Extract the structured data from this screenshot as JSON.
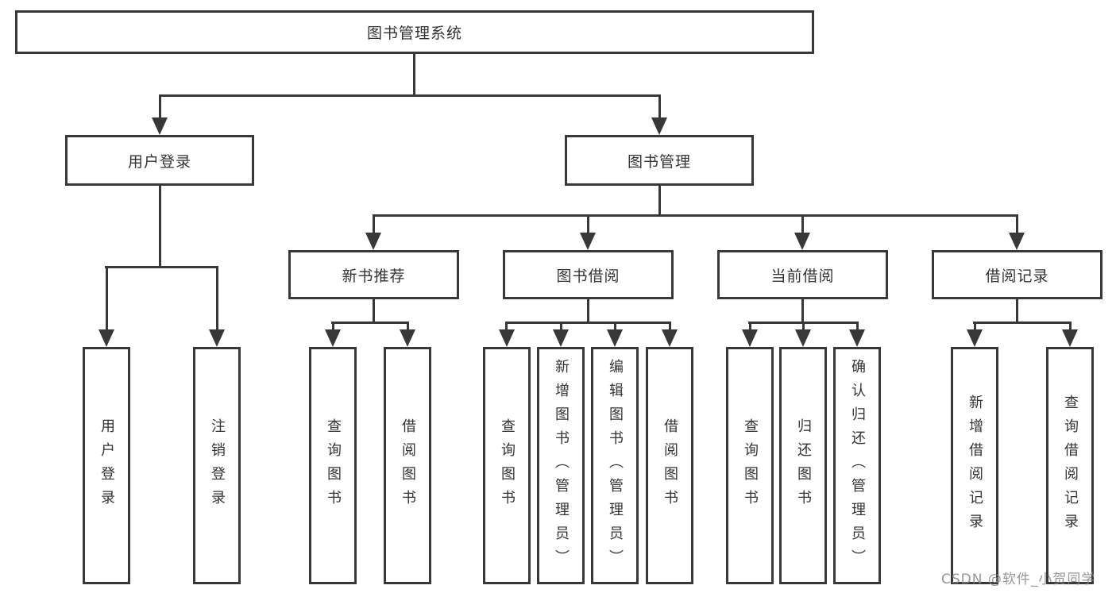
{
  "diagram": {
    "root": {
      "label": "图书管理系统"
    },
    "branches": [
      {
        "label": "用户登录",
        "children": [
          {
            "label": "用户登录"
          },
          {
            "label": "注销登录"
          }
        ]
      },
      {
        "label": "图书管理",
        "children": [
          {
            "label": "新书推荐",
            "children": [
              {
                "label": "查询图书"
              },
              {
                "label": "借阅图书"
              }
            ]
          },
          {
            "label": "图书借阅",
            "children": [
              {
                "label": "查询图书"
              },
              {
                "label": "新增图书（管理员）"
              },
              {
                "label": "编辑图书（管理员）"
              },
              {
                "label": "借阅图书"
              }
            ]
          },
          {
            "label": "当前借阅",
            "children": [
              {
                "label": "查询图书"
              },
              {
                "label": "归还图书"
              },
              {
                "label": "确认归还（管理员）"
              }
            ]
          },
          {
            "label": "借阅记录",
            "children": [
              {
                "label": "新增借阅记录"
              },
              {
                "label": "查询借阅记录"
              }
            ]
          }
        ]
      }
    ]
  },
  "watermark": {
    "text": "CSDN @软件_小贺同学"
  },
  "colors": {
    "line": "#383838",
    "box_border": "#383838",
    "text": "#333333",
    "watermark": "#878787",
    "background": "#ffffff"
  }
}
